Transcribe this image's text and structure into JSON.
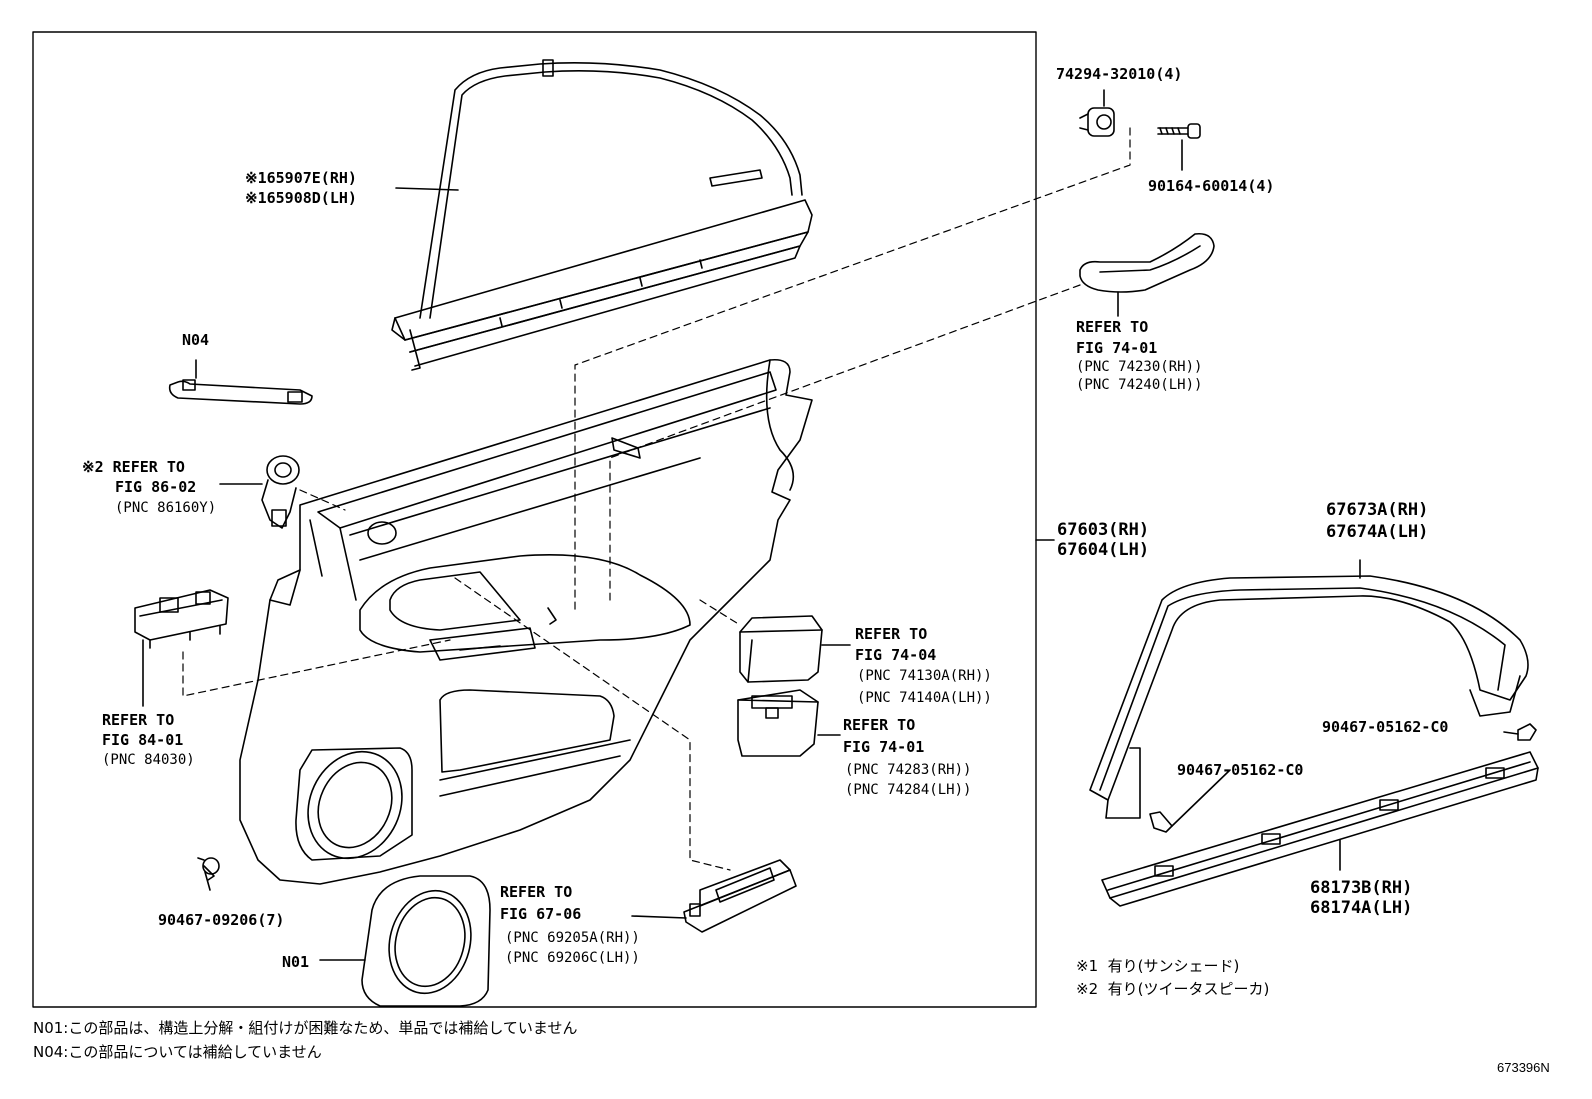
{
  "part_labels": {
    "glass": [
      "※165907E(RH)",
      "※165908D(LH)"
    ],
    "n04": "N04",
    "speaker_ref": [
      "※2 REFER TO",
      "FIG 86-02",
      "(PNC 86160Y)"
    ],
    "fig84_ref": [
      "REFER TO",
      "FIG 84-01",
      "(PNC 84030)"
    ],
    "clip_left": "90467-09206(7)",
    "n01": "N01",
    "handle_inner_ref": [
      "REFER TO",
      "FIG 67-06",
      "(PNC 69205A(RH))",
      "(PNC 69206C(LH))"
    ],
    "fig7404_ref": [
      "REFER TO",
      "FIG 74-04",
      "(PNC 74130A(RH))",
      "(PNC 74140A(LH))"
    ],
    "fig7401_pocket_ref": [
      "REFER TO",
      "FIG 74-01",
      "(PNC 74283(RH))",
      "(PNC 74284(LH))"
    ],
    "clip_top": "74294-32010(4)",
    "screw_top": "90164-60014(4)",
    "grip_ref": [
      "REFER TO",
      "FIG 74-01",
      "(PNC 74230(RH))",
      "(PNC 74240(LH))"
    ],
    "door_panel": [
      "67603(RH)",
      "67604(LH)"
    ],
    "weatherstrip": [
      "67673A(RH)",
      "67674A(LH)"
    ],
    "clip_right": "90467-05162-C0",
    "clip_mid": "90467-05162-C0",
    "belt_moulding": [
      "68173B(RH)",
      "68174A(LH)"
    ]
  },
  "legend": [
    "※1  有り(サンシェード)",
    "※2  有り(ツイータスピーカ)"
  ],
  "footnotes": [
    "N01:この部品は、構造上分解・組付けが困難なため、単品では補給していません",
    "N04:この部品については補給していません"
  ],
  "figure_code": "673396N"
}
